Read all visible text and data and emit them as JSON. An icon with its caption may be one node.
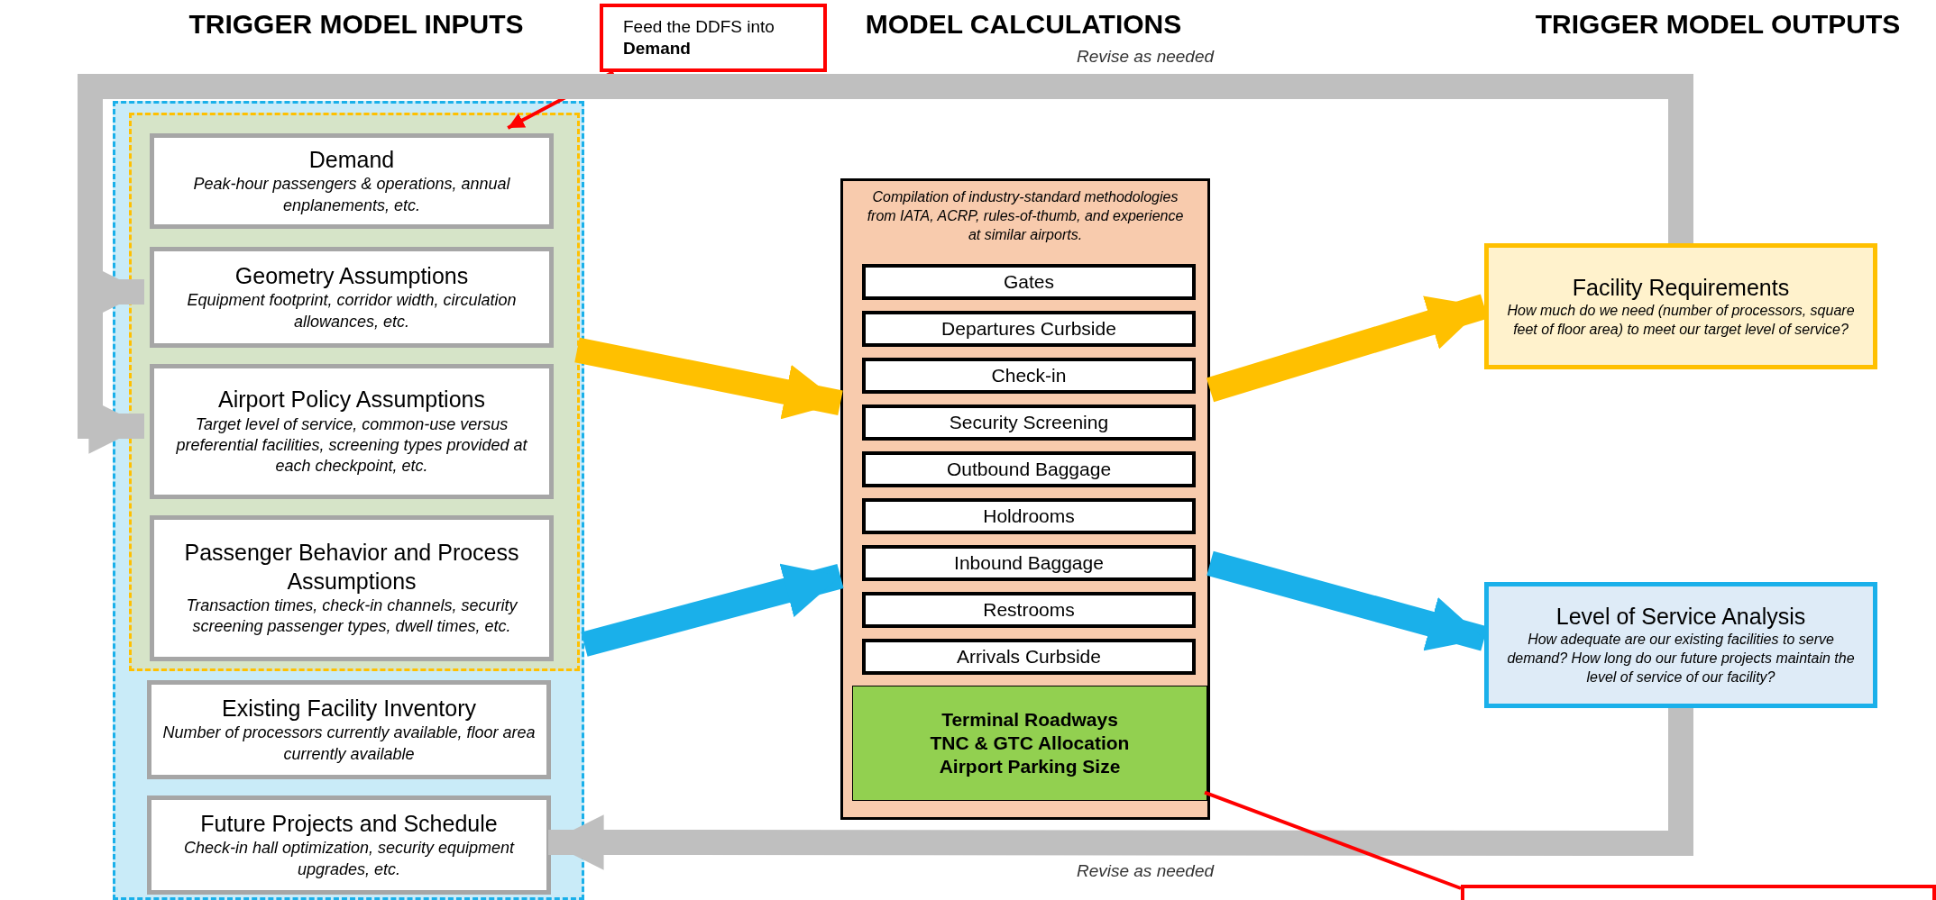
{
  "diagram": {
    "nodes": [
      {
        "text": [],
        "shape": "box"
      },
      {
        "text": [],
        "shape": "box",
        "in": 0
      },
      {
        "text": [
          "Demand",
          "Peak-hour passengers & operations, annual enplanements, etc."
        ],
        "in": 1
      },
      {
        "text": [
          "Geometry Assumptions",
          "Equipment footprint, corridor width, circulation allowances, etc."
        ],
        "in": 1
      },
      {
        "text": [
          "Airport Policy Assumptions",
          "Target level of service, common-use versus preferential facilities, screening types provided at each checkpoint, etc."
        ],
        "in": 1
      },
      {
        "text": [
          "Passenger Behavior and Process Assumptions",
          "Transaction times, check-in channels, security screening passenger types, dwell times, etc."
        ],
        "in": 1
      },
      {
        "text": [
          "Existing Facility Inventory",
          "Number of processors currently available, floor area currently available"
        ],
        "in": 0
      },
      {
        "text": [
          "Future Projects and Schedule",
          "Check-in hall optimization, security equipment upgrades, etc."
        ],
        "in": 0
      },
      {
        "text": [
          "Compilation of industry-standard methodologies from IATA, ACRP, rules-of-thumb, and experience at similar airports."
        ]
      },
      {
        "text": [
          "Gates"
        ],
        "in": 8
      },
      {
        "text": [
          "Departures Curbside"
        ],
        "in": 8
      },
      {
        "text": [
          "Check-in"
        ],
        "in": 8
      },
      {
        "text": [
          "Security Screening"
        ],
        "in": 8
      },
      {
        "text": [
          "Outbound Baggage"
        ],
        "in": 8
      },
      {
        "text": [
          "Holdrooms"
        ],
        "in": 8
      },
      {
        "text": [
          "Inbound Baggage"
        ],
        "in": 8
      },
      {
        "text": [
          "Restrooms"
        ],
        "in": 8
      },
      {
        "text": [
          "Arrivals Curbside"
        ],
        "in": 8
      },
      {
        "text": [
          "Terminal Roadways",
          "TNC & GTC Allocation",
          "Airport Parking Size"
        ],
        "in": 8
      },
      {
        "text": [
          "Facility Requirements",
          "How much do we need (number of processors, square feet of floor area) to meet our target level of service?"
        ]
      },
      {
        "text": [
          "Level of Service Analysis",
          "How adequate are our existing facilities to serve demand? How long do our future projects maintain the level of service of our facility?"
        ]
      },
      {
        "text": [
          "Feed the DDFS into **Demand**"
        ]
      },
      {
        "text": [],
        "shape": "box"
      }
    ],
    "edges": [
      {
        "from": 21,
        "to": 2,
        "arrow": "to",
        "color": "#ff0000"
      },
      {
        "from": 19,
        "to": 3,
        "arrow": "to",
        "color": "#bfbfbf",
        "label": "Revise as needed"
      },
      {
        "from": 19,
        "to": 4,
        "arrow": "to",
        "color": "#bfbfbf"
      },
      {
        "from": 1,
        "to": 8,
        "arrow": "to",
        "color": "#ffc000"
      },
      {
        "from": 0,
        "to": 8,
        "arrow": "to",
        "color": "#1ab0ea"
      },
      {
        "from": 8,
        "to": 19,
        "arrow": "to",
        "color": "#ffc000"
      },
      {
        "from": 8,
        "to": 20,
        "arrow": "to",
        "color": "#1ab0ea"
      },
      {
        "from": 20,
        "to": 7,
        "arrow": "to",
        "color": "#bfbfbf",
        "label": "Revise as needed"
      },
      {
        "from": 18,
        "to": 22,
        "arrow": "none",
        "color": "#ff0000"
      }
    ],
    "labels": [
      "TRIGGER MODEL INPUTS",
      "MODEL CALCULATIONS",
      "TRIGGER MODEL OUTPUTS"
    ]
  }
}
